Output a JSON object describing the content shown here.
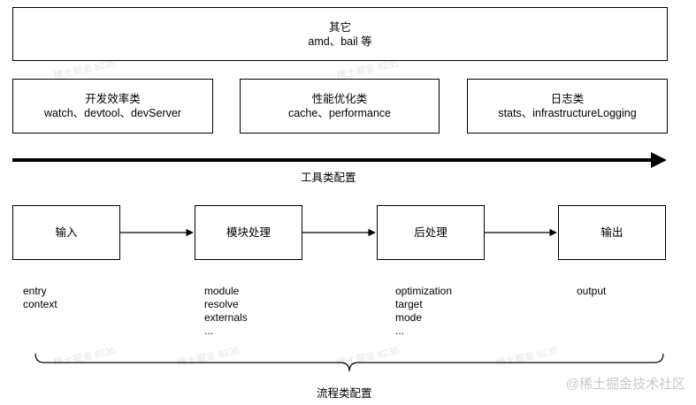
{
  "top_box": {
    "title": "其它",
    "detail": "amd、bail 等"
  },
  "tool_boxes": [
    {
      "title": "开发效率类",
      "detail": "watch、devtool、devServer"
    },
    {
      "title": "性能优化类",
      "detail": "cache、performance"
    },
    {
      "title": "日志类",
      "detail": "stats、infrastructureLogging"
    }
  ],
  "tool_axis_label": "工具类配置",
  "flow_boxes": [
    "输入",
    "模块处理",
    "后处理",
    "输出"
  ],
  "flow_lists": [
    [
      "entry",
      "context"
    ],
    [
      "module",
      "resolve",
      "externals",
      "..."
    ],
    [
      "optimization",
      "target",
      "mode",
      "..."
    ],
    [
      "output"
    ]
  ],
  "flow_label": "流程类配置",
  "watermark": "稀土掘金 8235",
  "brand": "@稀土掘金技术社区"
}
